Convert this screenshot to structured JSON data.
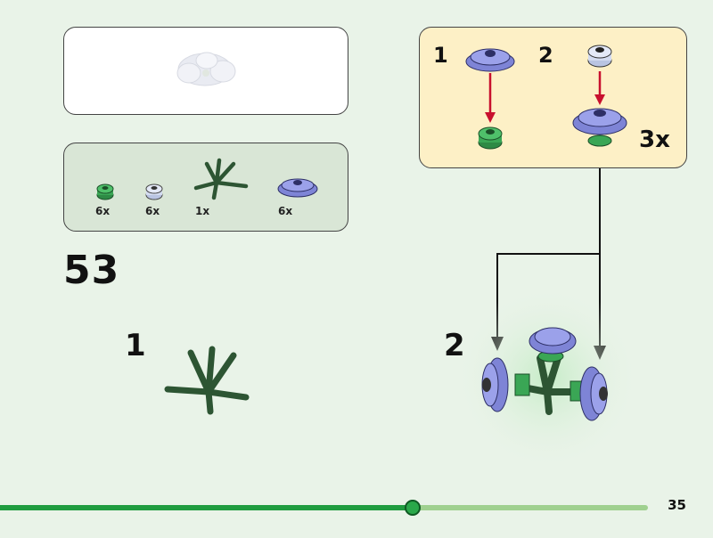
{
  "step": {
    "number": "53"
  },
  "parts_list": [
    {
      "qty": "6x",
      "part": "green-round-plate"
    },
    {
      "qty": "6x",
      "part": "light-blue-round-plate"
    },
    {
      "qty": "1x",
      "part": "green-stem-branch"
    },
    {
      "qty": "6x",
      "part": "lavender-flower"
    }
  ],
  "sub_assembly": {
    "steps": [
      "1",
      "2"
    ],
    "multiplier": "3x"
  },
  "main_steps": [
    "1",
    "2"
  ],
  "page": {
    "number": "35",
    "progress": 0.64,
    "colors": {
      "background": "#e9f3e8",
      "progress_done": "#1f9c3f",
      "progress_todo": "#9fd08f",
      "flower": "#8c92e0",
      "plate_green": "#3aa655",
      "stem": "#3f6b45",
      "arrow_red": "#c8102e"
    }
  }
}
